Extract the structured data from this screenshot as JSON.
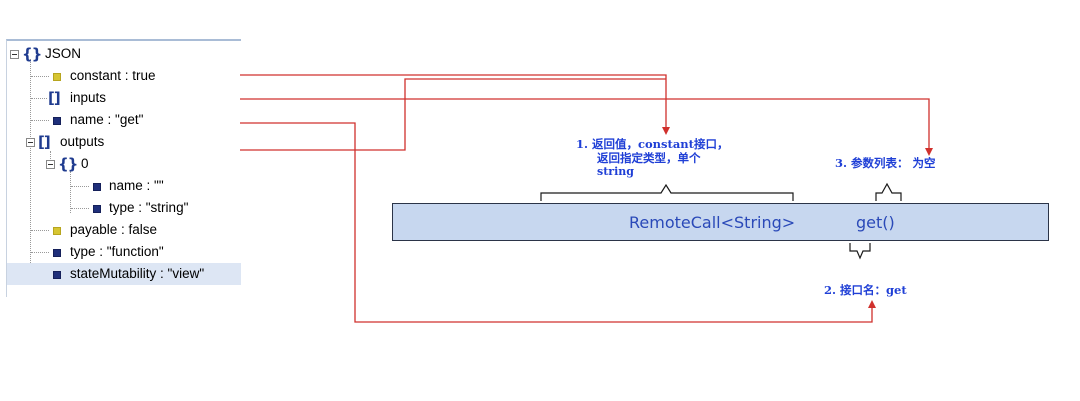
{
  "tree": {
    "root": {
      "label": "JSON"
    },
    "constant": {
      "label": "constant : true"
    },
    "inputs": {
      "label": "inputs"
    },
    "name": {
      "label": "name : \"get\""
    },
    "outputs": {
      "label": "outputs"
    },
    "outputs_0": {
      "label": "0"
    },
    "outputs_0_name": {
      "label": "name : \"\""
    },
    "outputs_0_type": {
      "label": "type : \"string\""
    },
    "payable": {
      "label": "payable : false"
    },
    "type": {
      "label": "type : \"function\""
    },
    "stateMutability": {
      "label": "stateMutability : \"view\""
    }
  },
  "signature": {
    "return_type": "RemoteCall<String>",
    "method": "get()"
  },
  "annotations": {
    "note1_line1": "1.  返回值，constant接口，",
    "note1_line2": "返回指定类型，单个",
    "note1_line3": "string",
    "note2": "2. 接口名：get",
    "note3": "3. 参数列表： 为空"
  },
  "colors": {
    "arrow": "#d0312d",
    "annotation_text": "#1f3fd6",
    "signature_box": "#c7d7ef",
    "signature_text": "#2a49b8"
  },
  "icons": [
    "toggle-minus-icon",
    "object-brace-icon",
    "array-bracket-icon",
    "leaf-yellow-icon",
    "leaf-blue-icon",
    "arrowhead-icon",
    "curly-brace-icon"
  ]
}
